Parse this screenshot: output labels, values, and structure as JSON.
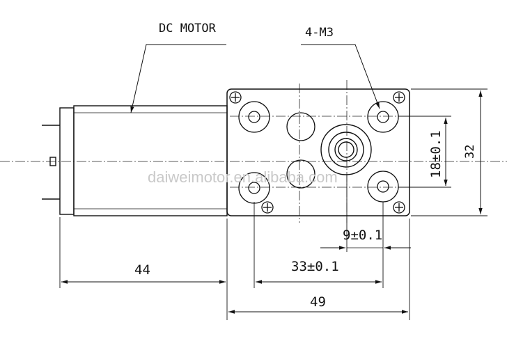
{
  "labels": {
    "dc_motor": "DC MOTOR",
    "mount_holes": "4-M3",
    "dim_hole_height": "18±0.1",
    "dim_total_height": "32",
    "dim_shaft_offset": "9±0.1",
    "dim_hole_spacing": "33±0.1",
    "dim_motor_length": "44",
    "dim_gearbox_width": "49"
  },
  "watermark": "daiweimotor.en.alibaba.com"
}
